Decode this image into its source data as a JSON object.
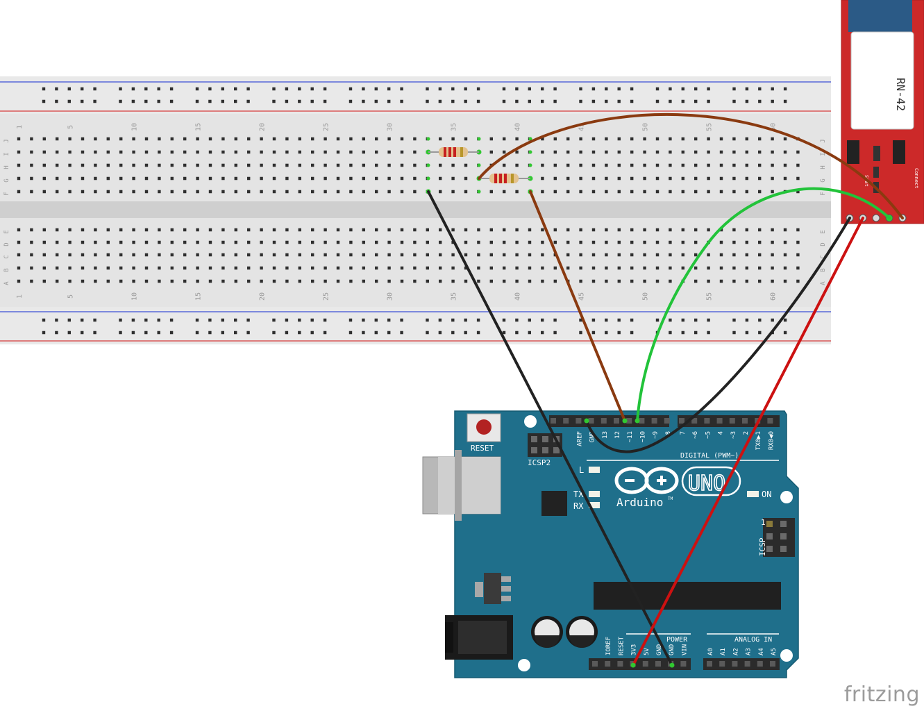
{
  "watermark": "fritzing",
  "breadboard": {
    "column_numbers": [
      "1",
      "5",
      "10",
      "15",
      "20",
      "25",
      "30",
      "35",
      "40",
      "45",
      "50",
      "55",
      "60"
    ],
    "top_row_letters": [
      "J",
      "I",
      "H",
      "G",
      "F"
    ],
    "bottom_row_letters": [
      "E",
      "D",
      "C",
      "B",
      "A"
    ]
  },
  "module": {
    "name": "RN-42",
    "pin_side_labels": [
      "Stat",
      "Connect"
    ]
  },
  "arduino": {
    "reset_label": "RESET",
    "icsp2_label": "ICSP2",
    "icsp_label": "ICSP",
    "icsp_pin1": "1",
    "digital_header_labels": [
      "AREF",
      "GND",
      "13",
      "12",
      "~11",
      "~10",
      "~9",
      "8"
    ],
    "digital_header_labels_right": [
      "7",
      "~6",
      "~5",
      "4",
      "~3",
      "2",
      "TX0▶1",
      "RX0◀0"
    ],
    "digital_label": "DIGITAL (PWM~)",
    "led_l": "L",
    "led_tx": "TX",
    "led_rx": "RX",
    "brand": "Arduino",
    "trademark": "TM",
    "model": "UNO",
    "on_label": "ON",
    "power_label": "POWER",
    "analog_label": "ANALOG IN",
    "power_pins": [
      "IOREF",
      "RESET",
      "3V3",
      "5V",
      "GND",
      "GND",
      "VIN"
    ],
    "analog_pins": [
      "A0",
      "A1",
      "A2",
      "A3",
      "A4",
      "A5"
    ]
  },
  "colors": {
    "board": "#1f6f8b",
    "module": "#cc2929",
    "wire_black": "#222222",
    "wire_brown": "#8a3a10",
    "wire_green": "#22c33a",
    "wire_red": "#cc1111"
  }
}
